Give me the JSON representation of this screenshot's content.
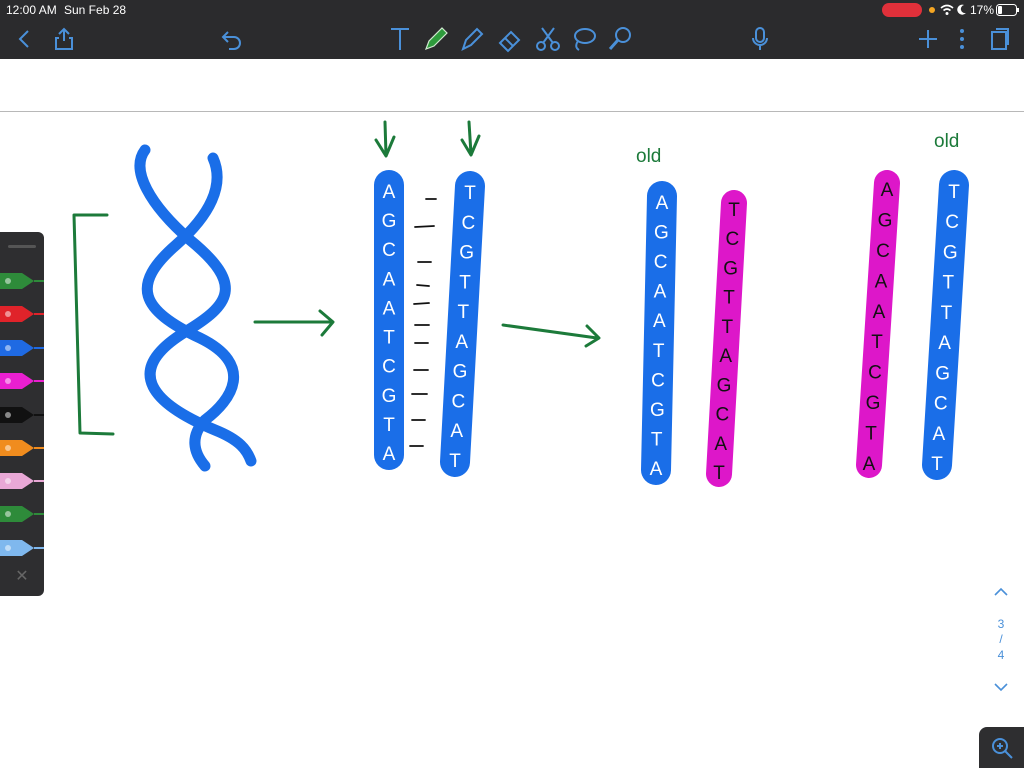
{
  "status": {
    "time": "12:00 AM",
    "date": "Sun Feb 28",
    "battery": "17%",
    "recording_color": "#e0303a"
  },
  "toolbar": {
    "left": [
      "back-icon",
      "share-icon",
      "undo-icon"
    ],
    "tools": [
      "text-tool-icon",
      "pen-tool-icon",
      "highlighter-tool-icon",
      "eraser-tool-icon",
      "scissors-tool-icon",
      "lasso-tool-icon",
      "laser-pointer-icon"
    ],
    "right": [
      "microphone-icon",
      "add-page-icon",
      "more-icon",
      "pages-icon"
    ]
  },
  "palette": {
    "colors": [
      "#2e8b3a",
      "#e0232a",
      "#1f6ae3",
      "#ea1fd0",
      "#111111",
      "#f08c1e",
      "#e9a8d6",
      "#2e8b3a",
      "#7fb8ee"
    ],
    "close_glyph": "✕"
  },
  "drawing": {
    "stroke_colors": {
      "blue": "#1a6ee8",
      "magenta": "#dd17c9",
      "green": "#1c7a3a",
      "black": "#111111"
    },
    "parent_strand_left": "AGCAATCGTA",
    "parent_strand_right": "TCGTTAGCAT",
    "copy1_old": "AGCAATCGTA",
    "copy1_new": "TCGTTAGCAT",
    "copy2_new": "AGCAATCGTA",
    "copy2_old": "TCGTTAGCAT",
    "label_old": "old"
  },
  "page_nav": {
    "current": "3",
    "separator": "/",
    "total": "4"
  }
}
